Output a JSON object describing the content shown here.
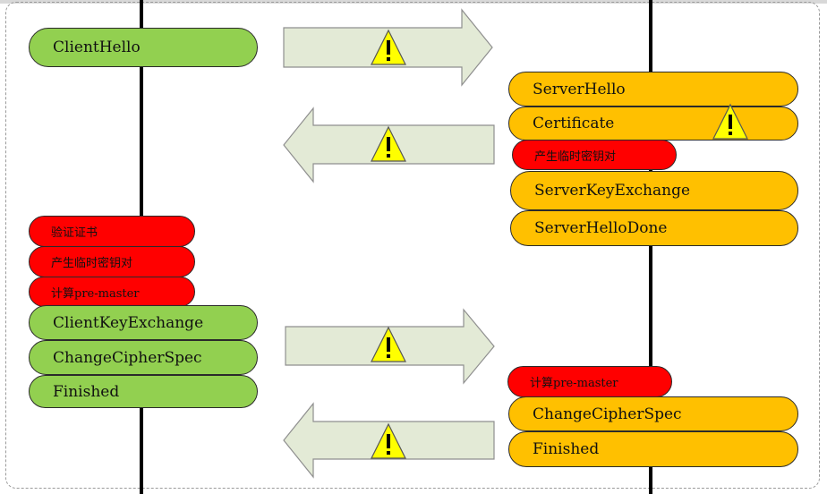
{
  "client": {
    "hello": "ClientHello",
    "verify_cert": "验证证书",
    "gen_temp_keypair": "产生临时密钥对",
    "calc_premaster": "计算pre-master",
    "key_exchange": "ClientKeyExchange",
    "change_cipher_spec": "ChangeCipherSpec",
    "finished": "Finished"
  },
  "server": {
    "hello": "ServerHello",
    "certificate": "Certificate",
    "gen_temp_keypair": "产生临时密钥对",
    "key_exchange": "ServerKeyExchange",
    "hello_done": "ServerHelloDone",
    "calc_premaster": "计算pre-master",
    "change_cipher_spec": "ChangeCipherSpec",
    "finished": "Finished"
  },
  "colors": {
    "client": "#92d050",
    "server": "#ffc000",
    "local_step": "#ff0000",
    "arrow_fill": "#e3ead6",
    "warning": "#ffff00"
  },
  "icons": {
    "warning": "warning-icon",
    "arrow_right": "arrow-right-icon",
    "arrow_left": "arrow-left-icon"
  }
}
